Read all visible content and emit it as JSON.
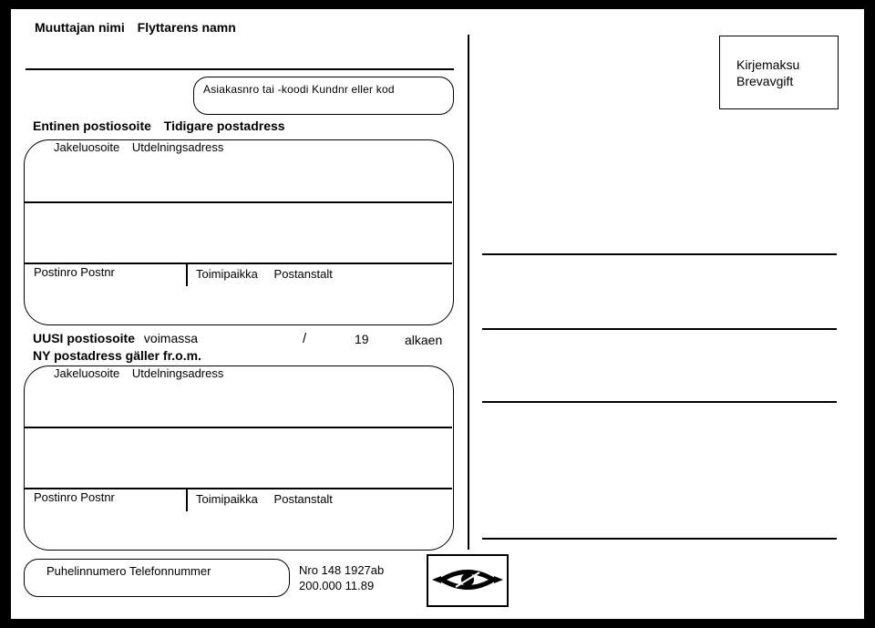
{
  "sender": {
    "name_label": "Muuttajan nimi",
    "name_label_sv": "Flyttarens namn",
    "customer_number_label": "Asiakasnro tai -koodi Kundnr eller kod"
  },
  "old_address": {
    "heading": "Entinen postiosoite",
    "heading_sv": "Tidigare postadress",
    "street_label": "Jakeluosoite",
    "street_label_sv": "Utdelningsadress",
    "postcode_label": "Postinro Postnr",
    "office_label": "Toimipaikka",
    "office_label_sv": "Postanstalt"
  },
  "new_address": {
    "heading": "UUSI postiosoite",
    "valid_label": "voimassa",
    "slash": "/",
    "year_prefix": "19",
    "from_label": "alkaen",
    "heading_sv": "NY postadress gäller fr.o.m.",
    "street_label": "Jakeluosoite",
    "street_label_sv": "Utdelningsadress",
    "postcode_label": "Postinro Postnr",
    "office_label": "Toimipaikka",
    "office_label_sv": "Postanstalt"
  },
  "phone": {
    "label": "Puhelinnumero Telefonnummer"
  },
  "print_info": {
    "line1": "Nro 148 1927ab",
    "line2": "200.000 11.89"
  },
  "postage": {
    "line1": "Kirjemaksu",
    "line2": "Brevavgift"
  },
  "logo": {
    "icon": "posthorn-logo-icon"
  }
}
